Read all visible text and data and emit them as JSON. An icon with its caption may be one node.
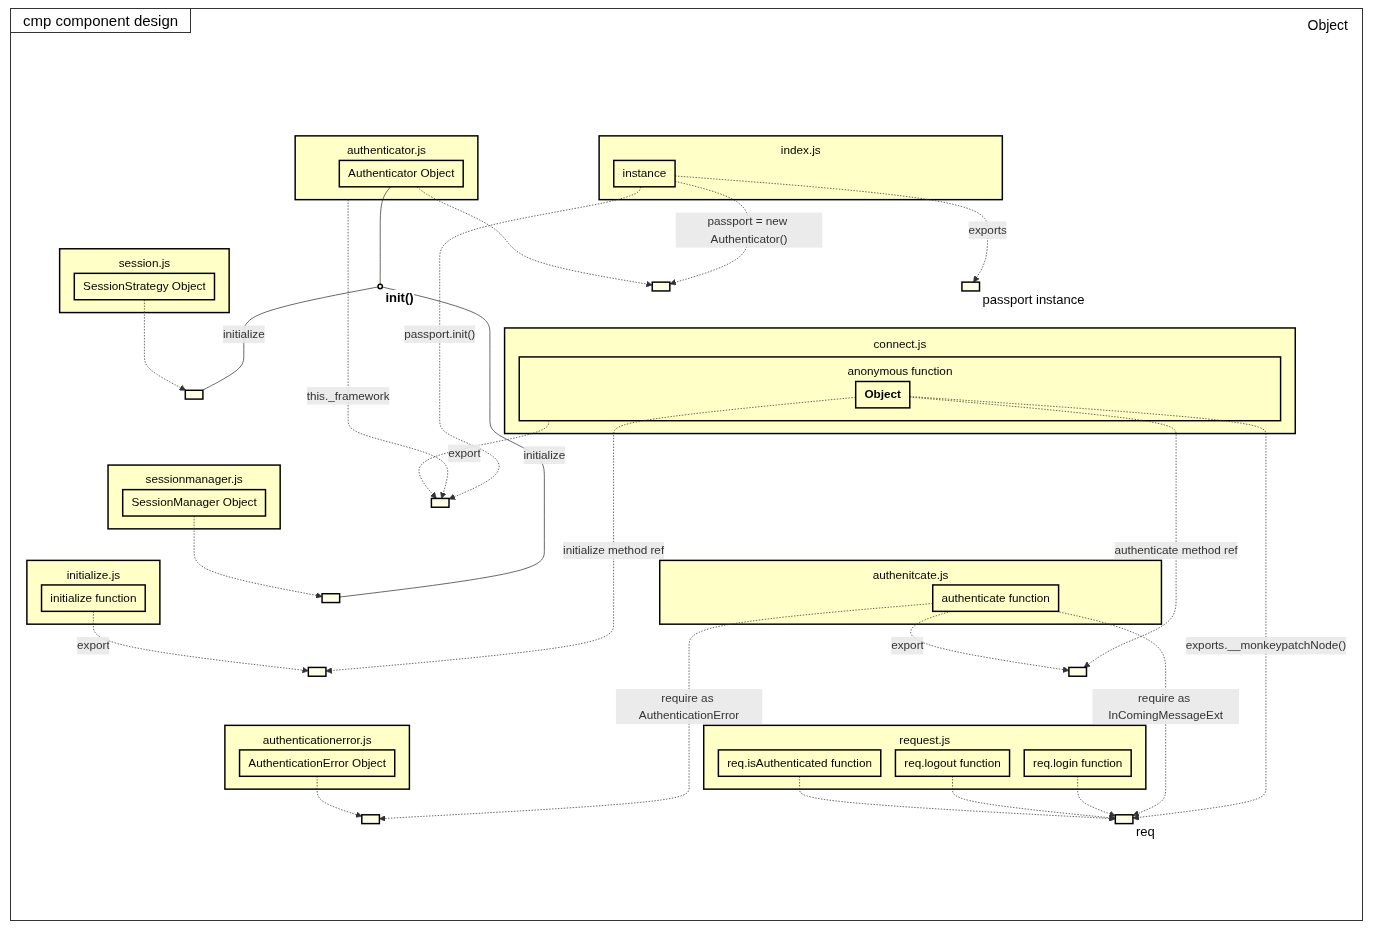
{
  "diagram": {
    "title": "cmp component design",
    "nodes": [
      {
        "text": [
          "index.js"
        ]
      },
      {
        "text": [
          "instance"
        ],
        "in": 0
      },
      {
        "text": [],
        "shape": "box",
        "beside": [
          "passport instance"
        ]
      },
      {
        "text": [
          "authenticator.js"
        ]
      },
      {
        "text": [
          "Authenticator Object"
        ],
        "in": 3
      },
      {
        "text": [],
        "shape": "box"
      },
      {
        "text": [],
        "shape": "circle",
        "beside": [
          "init()"
        ]
      },
      {
        "text": [
          "session.js"
        ]
      },
      {
        "text": [
          "SessionStrategy Object"
        ],
        "in": 7
      },
      {
        "text": [],
        "shape": "box"
      },
      {
        "text": [
          "sessionmanager.js"
        ]
      },
      {
        "text": [
          "SessionManager Object"
        ],
        "in": 10
      },
      {
        "text": [],
        "shape": "box"
      },
      {
        "text": [
          "connect.js"
        ]
      },
      {
        "text": [
          "anonymous function"
        ],
        "in": 13
      },
      {
        "text": [
          "Object"
        ],
        "in": 14
      },
      {
        "text": [],
        "shape": "box"
      },
      {
        "text": [
          "initialize.js"
        ]
      },
      {
        "text": [
          "initialize function"
        ],
        "in": 17
      },
      {
        "text": [],
        "shape": "box"
      },
      {
        "text": [
          "authenitcate.js"
        ]
      },
      {
        "text": [
          "authenticate function"
        ],
        "in": 20
      },
      {
        "text": [],
        "shape": "box"
      },
      {
        "text": [
          "authenticationerror.js"
        ]
      },
      {
        "text": [
          "AuthenticationError Object"
        ],
        "in": 23
      },
      {
        "text": [],
        "shape": "box"
      },
      {
        "text": [
          "request.js"
        ]
      },
      {
        "text": [
          "req.login function"
        ],
        "in": 26
      },
      {
        "text": [
          "req.logout function"
        ],
        "in": 26
      },
      {
        "text": [
          "req.isAuthenticated function"
        ],
        "in": 26
      },
      {
        "text": [],
        "shape": "box",
        "beside": [
          "req"
        ]
      }
    ],
    "edges": [
      {
        "from": 1,
        "to": 2,
        "arrow": "to",
        "style": "dashed",
        "label": "exports"
      },
      {
        "from": 1,
        "to": 5,
        "arrow": "to",
        "style": "dashed",
        "label": "passport = new Authenticator()"
      },
      {
        "from": 4,
        "to": 5,
        "arrow": "to",
        "style": "dashed"
      },
      {
        "from": 1,
        "to": 16,
        "arrow": "to",
        "style": "dashed",
        "label": "passport.init()"
      },
      {
        "from": 3,
        "to": 16,
        "arrow": "to",
        "style": "dashed",
        "label": "this._framework"
      },
      {
        "from": 4,
        "to": 6,
        "arrow": "none"
      },
      {
        "from": 6,
        "to": 9,
        "arrow": "none",
        "label": "initialize"
      },
      {
        "from": 6,
        "to": 12,
        "arrow": "none",
        "label": "initialize"
      },
      {
        "from": 8,
        "to": 9,
        "arrow": "to",
        "style": "dashed"
      },
      {
        "from": 11,
        "to": 12,
        "arrow": "to",
        "style": "dashed"
      },
      {
        "from": 14,
        "to": 16,
        "arrow": "to",
        "style": "dashed",
        "label": "export"
      },
      {
        "from": 15,
        "to": 19,
        "arrow": "to",
        "style": "dashed",
        "label": "initialize method ref"
      },
      {
        "from": 15,
        "to": 22,
        "arrow": "to",
        "style": "dashed",
        "label": "authenticate method ref"
      },
      {
        "from": 18,
        "to": 19,
        "arrow": "to",
        "style": "dashed",
        "label": "export"
      },
      {
        "from": 21,
        "to": 22,
        "arrow": "to",
        "style": "dashed",
        "label": "export"
      },
      {
        "from": 15,
        "to": 30,
        "arrow": "to",
        "style": "dashed",
        "label": "exports.__monkeypatchNode()"
      },
      {
        "from": 21,
        "to": 30,
        "arrow": "to",
        "style": "dashed",
        "label": "require as InComingMessageExt"
      },
      {
        "from": 21,
        "to": 25,
        "arrow": "to",
        "style": "dashed",
        "label": "require as AuthenticationError"
      },
      {
        "from": 24,
        "to": 25,
        "arrow": "to",
        "style": "dashed"
      },
      {
        "from": 27,
        "to": 30,
        "arrow": "to",
        "style": "dashed"
      },
      {
        "from": 28,
        "to": 30,
        "arrow": "to",
        "style": "dashed"
      },
      {
        "from": 29,
        "to": 30,
        "arrow": "to",
        "style": "dashed"
      }
    ],
    "labels": [
      "Object"
    ]
  }
}
